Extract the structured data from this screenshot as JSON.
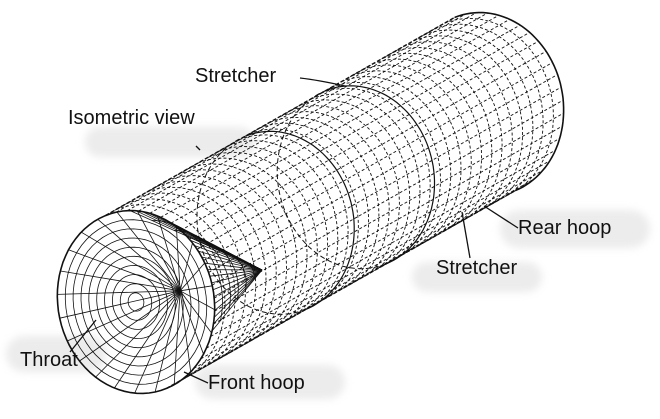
{
  "labels": {
    "stretcher_top": "Stretcher",
    "isometric_view": "Isometric view",
    "rear_hoop": "Rear hoop",
    "stretcher_right": "Stretcher",
    "throat": "Throat",
    "front_hoop": "Front hoop"
  },
  "colors": {
    "ink": "#111111",
    "label_highlight": "#ececec",
    "background": "#ffffff"
  }
}
